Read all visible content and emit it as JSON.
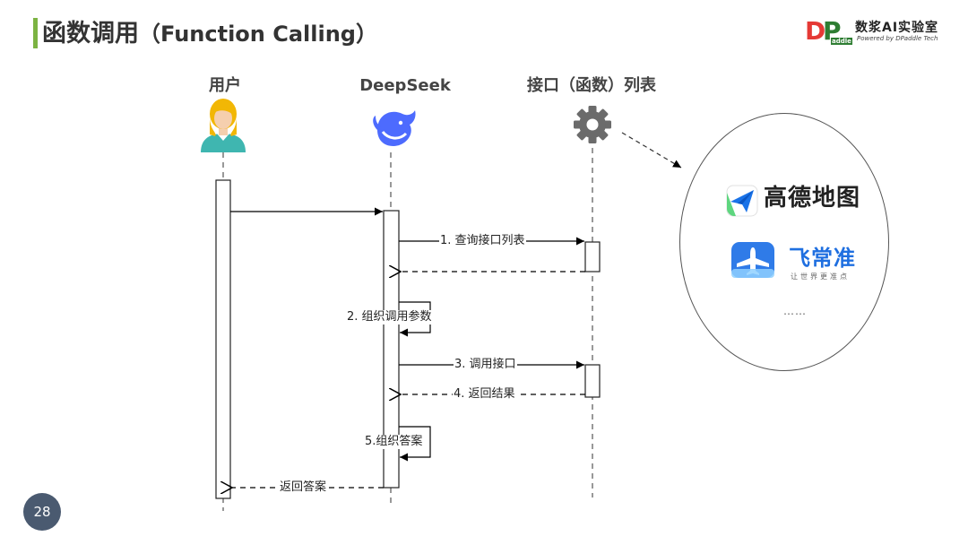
{
  "slide": {
    "title": "函数调用",
    "title_sub": "（Function Calling）",
    "page_number": "28"
  },
  "logo": {
    "mark": "DP",
    "mark_sub": "addle",
    "name": "数浆AI实验室",
    "tagline": "Powered by DPaddle Tech"
  },
  "actors": [
    {
      "label": "用户",
      "icon": "user-icon"
    },
    {
      "label": "DeepSeek",
      "icon": "whale-icon"
    },
    {
      "label": "接口（函数）列表",
      "icon": "gear-icon"
    }
  ],
  "messages": [
    {
      "label": "1.  查询接口列表"
    },
    {
      "label": "2.  组织调用参数"
    },
    {
      "label": "3.  调用接口"
    },
    {
      "label": "4.  返回结果"
    },
    {
      "label": "5.组织答案"
    },
    {
      "label": "返回答案"
    }
  ],
  "apis": {
    "amap": "高德地图",
    "veryzhun": "飞常准",
    "veryzhun_slogan": "让世界更准点",
    "more": "……"
  },
  "colors": {
    "accent": "#7cb342",
    "deepseek_blue": "#4d6bfe",
    "amap_blue": "#1a73e8",
    "amap_green": "#5ed67f",
    "veryzhun_blue": "#2f7be8",
    "gear_gray": "#6b6b6b",
    "page_badge": "#4a5a70"
  }
}
